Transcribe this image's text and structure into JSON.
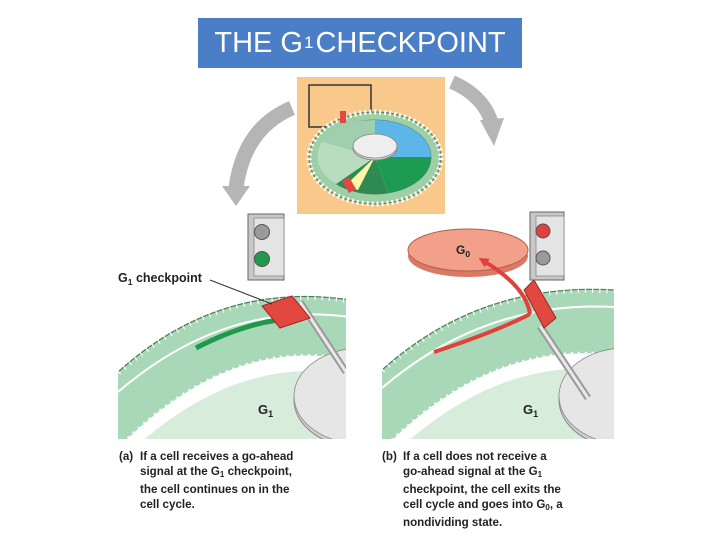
{
  "title": {
    "prefix": "THE G",
    "subscript": "1",
    "suffix": " CHECKPOINT"
  },
  "labels": {
    "checkpoint_prefix": "G",
    "checkpoint_sub": "1",
    "checkpoint_suffix": " checkpoint",
    "g0_prefix": "G",
    "g0_sub": "0",
    "g1a_prefix": "G",
    "g1a_sub": "1",
    "g1b_prefix": "G",
    "g1b_sub": "1"
  },
  "caption_a": {
    "lead": "(a)",
    "line1": "If a cell receives a go-ahead",
    "line2_pre": "signal at the G",
    "line2_sub": "1",
    "line2_post": " checkpoint,",
    "line3": "the cell continues on in the",
    "line4": "cell cycle."
  },
  "caption_b": {
    "lead": "(b)",
    "line1": "If a cell does not receive a",
    "line2_pre": "go-ahead signal at the G",
    "line2_sub": "1",
    "line3": "checkpoint, the cell exits the",
    "line4_pre": "cell cycle and goes into G",
    "line4_sub": "0",
    "line4_post": ", a",
    "line5": "nondividing state."
  },
  "colors": {
    "title_bg": "#4a7ec6",
    "inset_bg": "#f9c98c",
    "ring_green": "#a9d8b8",
    "arrow_green": "#1f9a4a",
    "arrow_red": "#e0413c",
    "checkpoint_red": "#e2483f",
    "g0_disc": "#f2a08a",
    "curved_arrow_gray": "#b5b5b5"
  }
}
